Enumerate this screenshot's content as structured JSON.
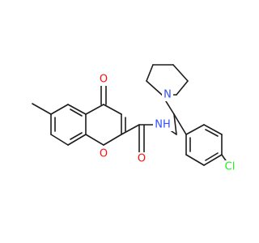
{
  "molecule": {
    "atoms": {
      "carbonyl_o": {
        "text": "O",
        "color": "#ff0d0d"
      },
      "ring_o": {
        "text": "O",
        "color": "#ff0d0d"
      },
      "amide_o": {
        "text": "O",
        "color": "#ff0d0d"
      },
      "amide_n": {
        "text": "NH",
        "color": "#3050f8"
      },
      "piperidine_n": {
        "text": "N",
        "color": "#3050f8"
      },
      "chlorine": {
        "text": "Cl",
        "color": "#1ff01f"
      }
    },
    "bond_color": "#1c1c1c",
    "background": "#ffffff"
  }
}
